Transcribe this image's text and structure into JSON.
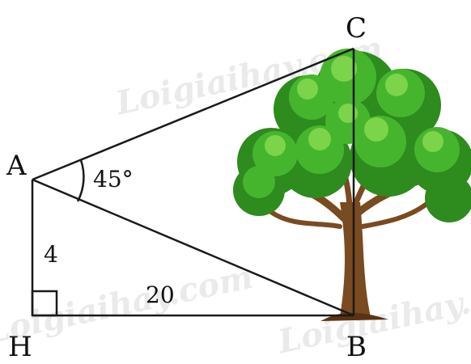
{
  "points": {
    "A": "A",
    "B": "B",
    "C": "C",
    "H": "H"
  },
  "labels": {
    "angle": "45°",
    "AH": "4",
    "HB": "20"
  },
  "watermark": {
    "text": "Loigiaihay.com"
  },
  "colors": {
    "line": "#1a1a1a",
    "foliage_dark": "#2e8b1e",
    "foliage_mid": "#46b52e",
    "foliage_light": "#7bd44a",
    "trunk": "#7a4a20",
    "trunk_dark": "#5a3412"
  }
}
